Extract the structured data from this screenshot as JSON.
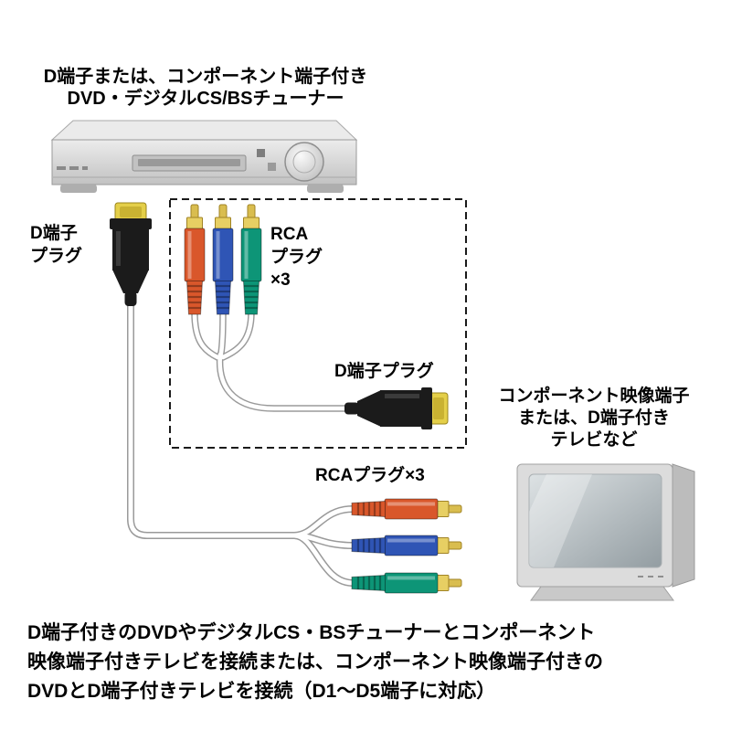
{
  "top_label": {
    "line1": "D端子または、コンポーネント端子付き",
    "line2": "DVD・デジタルCS/BSチューナー"
  },
  "left_plug_label": {
    "line1": "D端子",
    "line2": "プラグ"
  },
  "inset": {
    "rca_label_line1": "RCA",
    "rca_label_line2": "プラグ",
    "rca_label_line3": "×3",
    "d_plug_label": "D端子プラグ"
  },
  "tv_label": {
    "line1": "コンポーネント映像端子",
    "line2": "または、D端子付き",
    "line3": "テレビなど"
  },
  "bottom_rca_label": "RCAプラグ×3",
  "description": {
    "line1": "D端子付きのDVDやデジタルCS・BSチューナーとコンポーネント",
    "line2": "映像端子付きテレビを接続または、コンポーネント映像端子付きの",
    "line3": "DVDとD端子付きテレビを接続（D1～D5端子に対応）"
  },
  "colors": {
    "rca_orange": "#d9572b",
    "rca_blue": "#2f55b5",
    "rca_green": "#0d9577",
    "gold": "#e0c455",
    "plug_black": "#1b1b1b",
    "cable_outline": "#9a9a9a",
    "cable_fill": "#ffffff",
    "device_gray": "#d6d6d6",
    "dashed_border": "#1a1a1a"
  }
}
